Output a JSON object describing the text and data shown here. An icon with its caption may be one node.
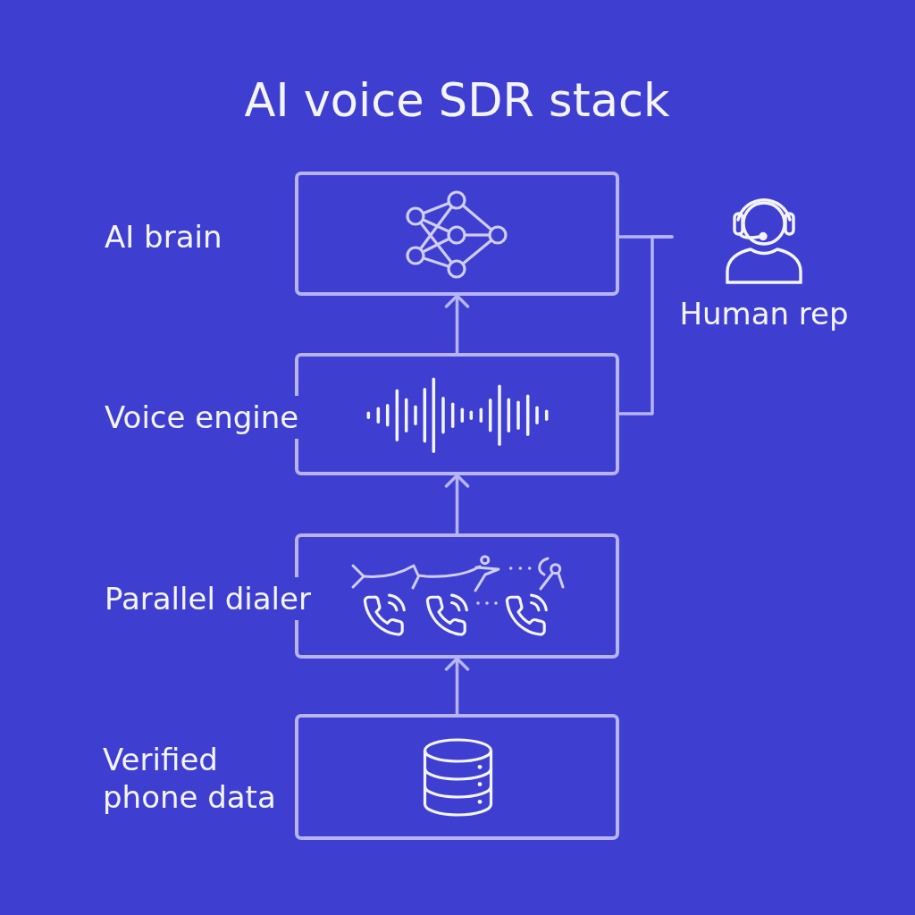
{
  "diagram": {
    "title": "AI voice SDR stack",
    "nodes": [
      {
        "text": [
          "AI brain"
        ]
      },
      {
        "text": [
          "Human rep"
        ]
      },
      {
        "text": [
          "Voice engine"
        ]
      },
      {
        "text": [
          "Parallel dialer"
        ]
      },
      {
        "text": [
          "Verified phone data"
        ]
      }
    ],
    "edges": [
      {
        "from": 4,
        "to": 3,
        "arrow": "to"
      },
      {
        "from": 3,
        "to": 2,
        "arrow": "to"
      },
      {
        "from": 2,
        "to": 0,
        "arrow": "to"
      },
      {
        "from": 1,
        "to": 0,
        "arrow": "none"
      },
      {
        "from": 1,
        "to": 2,
        "arrow": "none"
      }
    ]
  }
}
